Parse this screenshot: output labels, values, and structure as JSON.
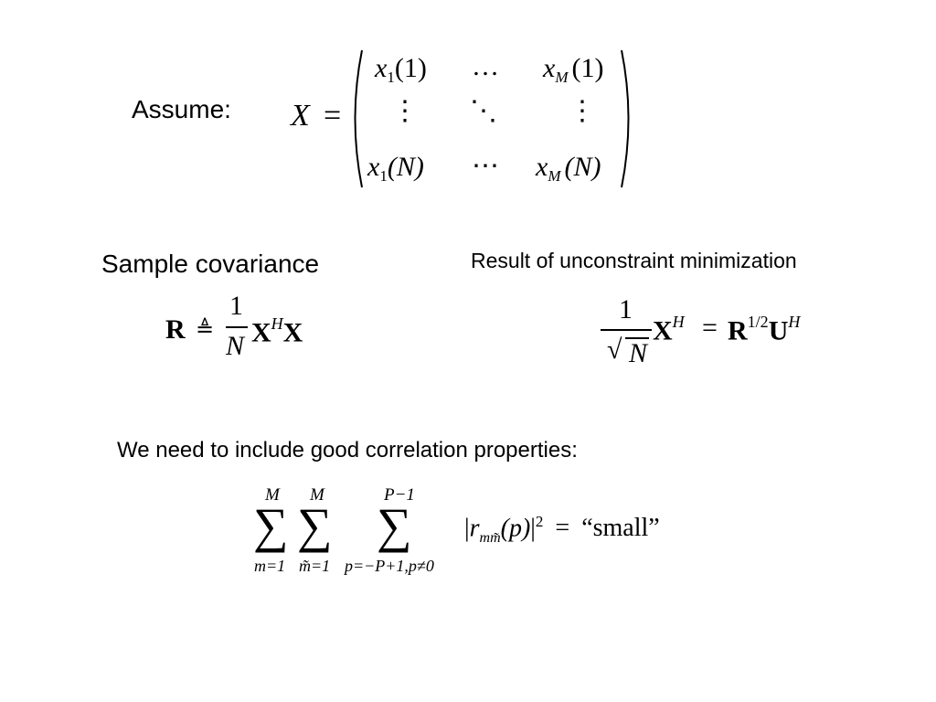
{
  "slide": {
    "assume_label": "Assume:",
    "sample_covariance_heading": "Sample covariance",
    "result_heading": "Result of unconstraint minimization",
    "correlation_heading": "We need to include good correlation properties:"
  },
  "matrix": {
    "lhs": "X",
    "equals": "=",
    "row1": [
      "x",
      "1",
      "(1)",
      "…",
      "x",
      "M",
      "(1)"
    ],
    "row3": [
      "x",
      "1",
      "(N)",
      "⋯",
      "x",
      "M",
      "(N)"
    ],
    "vdots": "⋮",
    "ddots": "⋱"
  },
  "sample_covariance_eq": {
    "lhs": "R",
    "def_symbol": "≜",
    "numerator": "1",
    "denominator": "N",
    "rhs_matrix": "X",
    "rhs_sup": "H",
    "rhs_tail": "X"
  },
  "minimization_eq": {
    "numerator": "1",
    "sqrt_symbol": "√",
    "denominator": "N",
    "lhs_matrix": "X",
    "lhs_sup": "H",
    "equals": "=",
    "r": "R",
    "r_sup": "1/2",
    "u": "U",
    "u_sup": "H"
  },
  "correlation_eq": {
    "sum_symbol": "∑",
    "sum1_upper": "M",
    "sum1_lower": "m=1",
    "sum2_upper": "M",
    "sum2_lower": "m̃=1",
    "sum3_upper": "P−1",
    "sum3_lower": "p=−P+1,p≠0",
    "term_r": "r",
    "term_sub": "mm̃",
    "term_arg": "(p)",
    "abs_bar": "|",
    "term_sup": "2",
    "equals": "=",
    "rhs": "“small”"
  }
}
